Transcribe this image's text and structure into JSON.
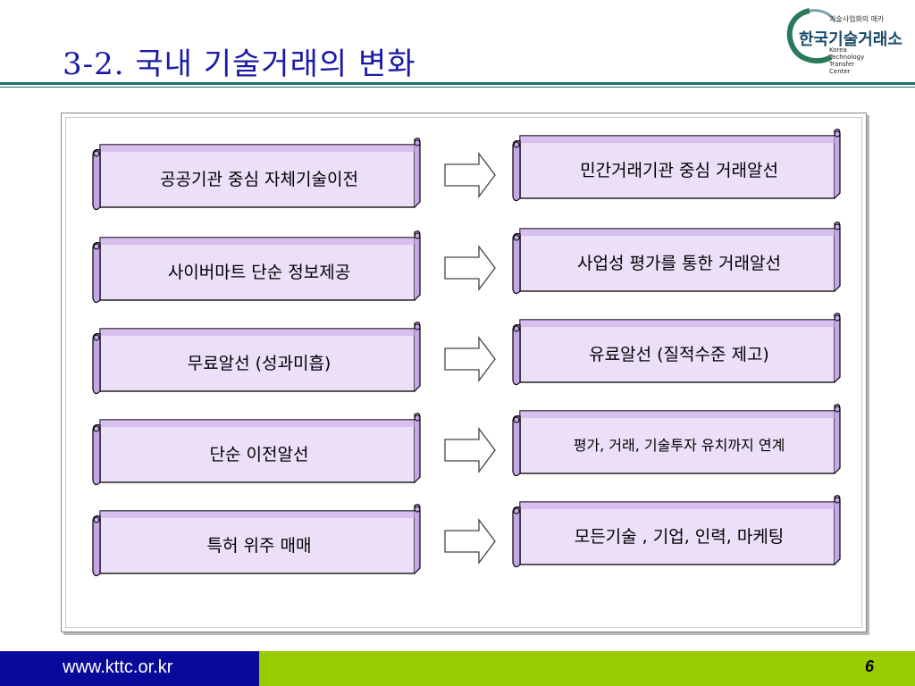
{
  "title": "3-2. 국내 기술거래의 변화",
  "logo": {
    "tagline": "기술사업화의 메카",
    "name": "한국기술거래소",
    "english": [
      "Korea",
      "Technology",
      "Transfer",
      "Center"
    ]
  },
  "left_items": [
    "공공기관 중심 자체기술이전",
    "사이버마트 단순 정보제공",
    "무료알선 (성과미흡)",
    "단순 이전알선",
    "특허 위주 매매"
  ],
  "right_items": [
    "민간거래기관 중심 거래알선",
    "사업성 평가를 통한 거래알선",
    "유료알선 (질적수준 제고)",
    "평가, 거래, 기술투자 유치까지 연계",
    "모든기술 , 기업, 인력, 마케팅"
  ],
  "footer": {
    "url": "www.kttc.or.kr",
    "page": "6"
  },
  "colors": {
    "title": "#1a1aa6",
    "scroll_fill": "#ece0f8",
    "scroll_edge": "#c6a6e8",
    "footer_blue": "#0a0a9a",
    "footer_green": "#99cc00"
  }
}
